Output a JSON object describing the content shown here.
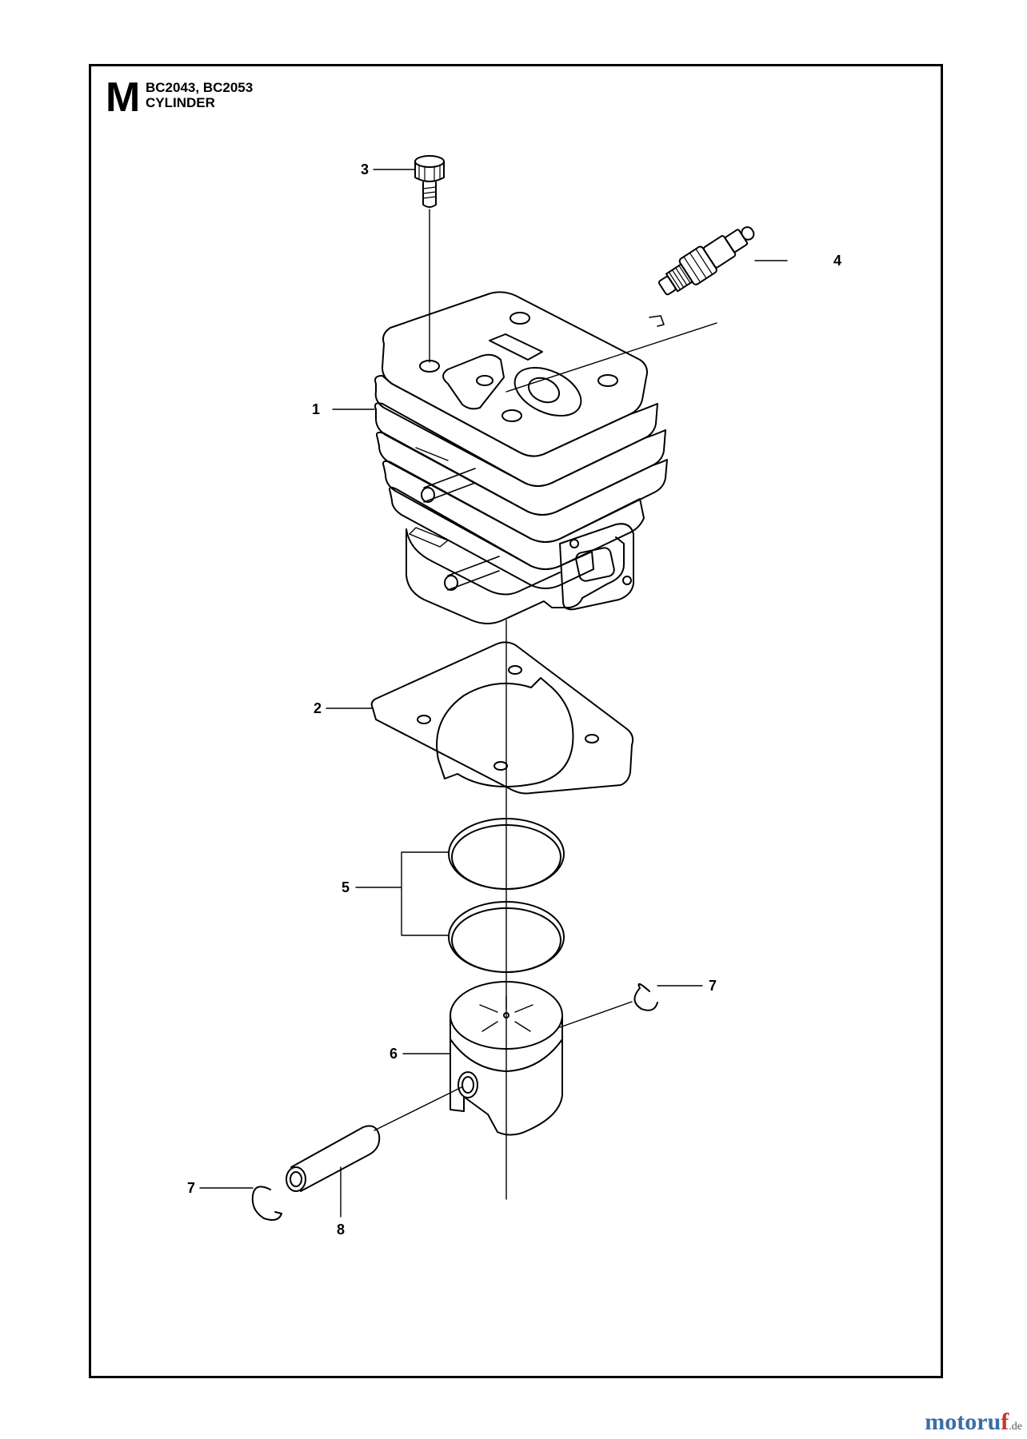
{
  "header": {
    "section_letter": "M",
    "models": "BC2043, BC2053",
    "title": "CYLINDER"
  },
  "callouts": [
    {
      "id": "1",
      "label": "1"
    },
    {
      "id": "2",
      "label": "2"
    },
    {
      "id": "3",
      "label": "3"
    },
    {
      "id": "4",
      "label": "4"
    },
    {
      "id": "5",
      "label": "5"
    },
    {
      "id": "6",
      "label": "6"
    },
    {
      "id": "7a",
      "label": "7"
    },
    {
      "id": "7b",
      "label": "7"
    },
    {
      "id": "8",
      "label": "8"
    }
  ],
  "watermark": {
    "main": "motoru",
    "accent": "f",
    "tld": ".de"
  },
  "colors": {
    "line": "#000000",
    "background": "#ffffff",
    "watermark_blue": "#3b6ea8",
    "watermark_red": "#c0392b"
  }
}
